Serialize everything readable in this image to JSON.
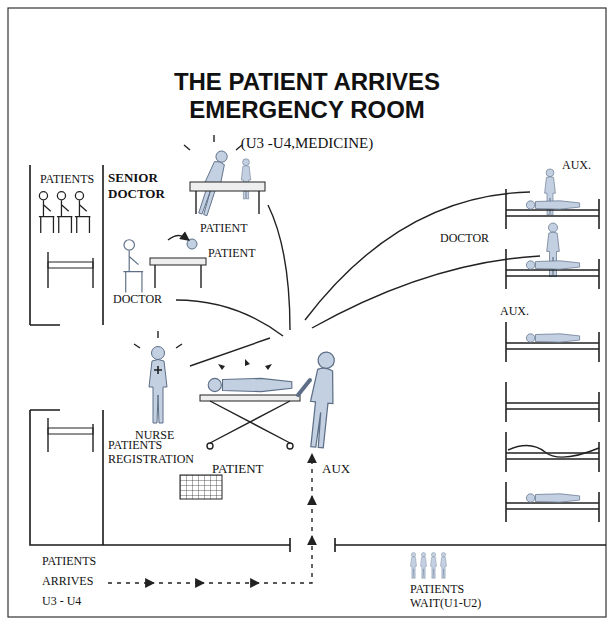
{
  "diagram": {
    "title": "THE PATIENT ARRIVES EMERGENCY ROOM",
    "labels": [
      "(U3 -U4,MEDICINE)",
      "PATIENTS",
      "SENIOR DOCTOR",
      "PATIENT",
      "PATIENT",
      "DOCTOR",
      "NURSE",
      "PATIENTS REGISTRATION",
      "PATIENT",
      "AUX",
      "AUX.",
      "DOCTOR",
      "AUX.",
      "PATIENTS ARRIVES U3 - U4",
      "PATIENTS WAIT(U1-U2)"
    ]
  }
}
